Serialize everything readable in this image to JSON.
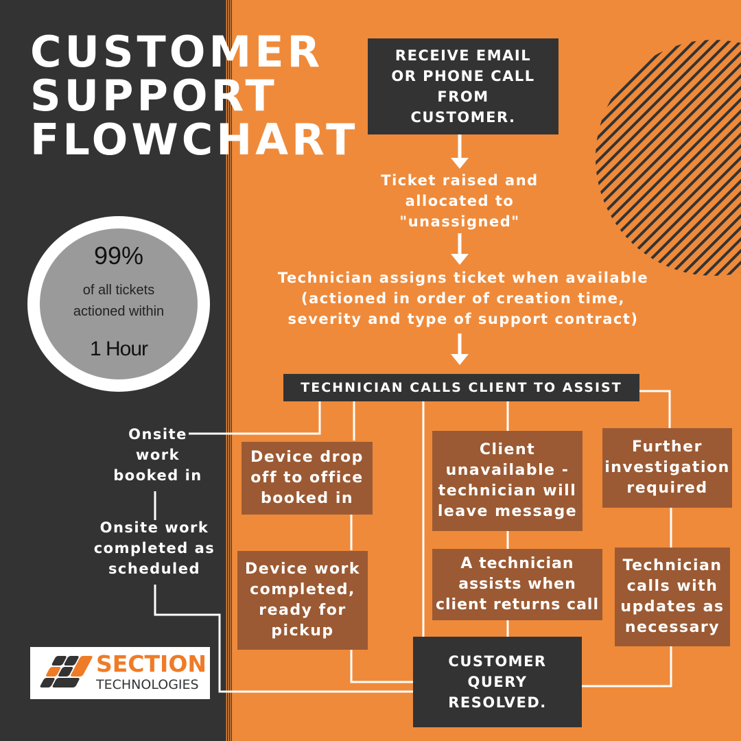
{
  "title": {
    "line1": "CUSTOMER",
    "line2": "SUPPORT",
    "line3": "FLOWCHART"
  },
  "stat": {
    "percent": "99%",
    "desc_line1": "of all tickets",
    "desc_line2": "actioned within",
    "duration": "1 Hour"
  },
  "nodes": {
    "receive": {
      "lines": [
        "RECEIVE EMAIL",
        "OR PHONE CALL",
        "FROM",
        "CUSTOMER."
      ]
    },
    "ticket_raised": {
      "lines": [
        "Ticket raised and",
        "allocated to",
        "\"unassigned\""
      ]
    },
    "tech_assigns": {
      "lines": [
        "Technician assigns ticket when available",
        "(actioned in order of creation time,",
        "severity and type of support contract)"
      ]
    },
    "tech_calls": {
      "text": "TECHNICIAN CALLS CLIENT TO ASSIST"
    },
    "onsite_booked": {
      "lines": [
        "Onsite",
        "work",
        "booked in"
      ]
    },
    "onsite_completed": {
      "lines": [
        "Onsite work",
        "completed as",
        "scheduled"
      ]
    },
    "device_drop": {
      "lines": [
        "Device drop",
        "off to office",
        "booked in"
      ]
    },
    "device_work": {
      "lines": [
        "Device work",
        "completed,",
        "ready for",
        "pickup"
      ]
    },
    "client_unavailable": {
      "lines": [
        "Client",
        "unavailable -",
        "technician will",
        "leave message"
      ]
    },
    "tech_assists": {
      "lines": [
        "A technician",
        "assists when",
        "client returns call"
      ]
    },
    "further_investigation": {
      "lines": [
        "Further",
        "investigation",
        "required"
      ]
    },
    "tech_updates": {
      "lines": [
        "Technician",
        "calls with",
        "updates as",
        "necessary"
      ]
    },
    "resolved": {
      "lines": [
        "CUSTOMER",
        "QUERY",
        "RESOLVED."
      ]
    }
  },
  "logo": {
    "word1": "SECTION",
    "word2": "TECHNOLOGIES"
  },
  "colors": {
    "orange": "#ef8a3a",
    "dark": "#333333",
    "brown": "#9b5a33",
    "white": "#ffffff",
    "grey": "#9a9a9a",
    "logo_orange": "#ef7b26"
  }
}
